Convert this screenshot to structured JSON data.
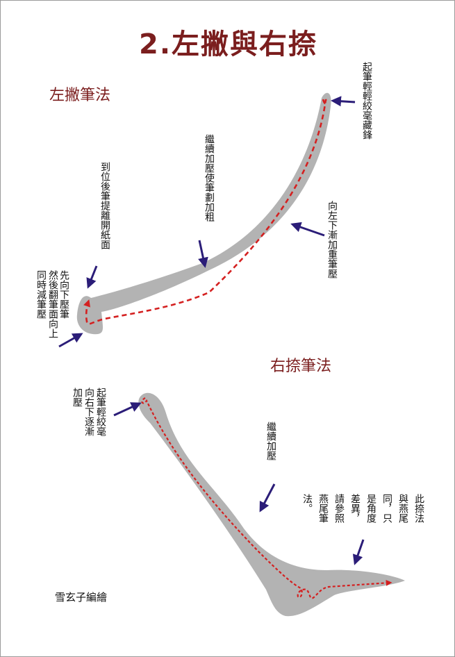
{
  "title": "2.左撇與右捺",
  "left_stroke": {
    "section_label": "左撇筆法",
    "start_note": "起筆輕輕絞毫藏鋒",
    "gradual_note": "向左下漸加重筆壓",
    "continue_note": "繼續加壓使筆劃加粗",
    "lift_note": "到位後筆提離開紙面",
    "turn_note": [
      "先向下壓筆",
      "然後翻筆面向上",
      "同時減筆壓"
    ]
  },
  "right_stroke": {
    "section_label": "右捺筆法",
    "start_note": [
      "起筆輕絞毫",
      "向右下逐漸",
      "加壓"
    ],
    "continue_note": "繼續加壓",
    "compare_note": [
      "此捺法",
      "與燕尾",
      "同，只",
      "是角度",
      "差異，",
      "請參照",
      "燕尾筆",
      "法。"
    ]
  },
  "author": "雪玄子編繪",
  "colors": {
    "title": "#7b1e1e",
    "stroke_fill": "#b3b3b3",
    "path_dash": "#d42020",
    "arrow": "#2b1d78"
  }
}
